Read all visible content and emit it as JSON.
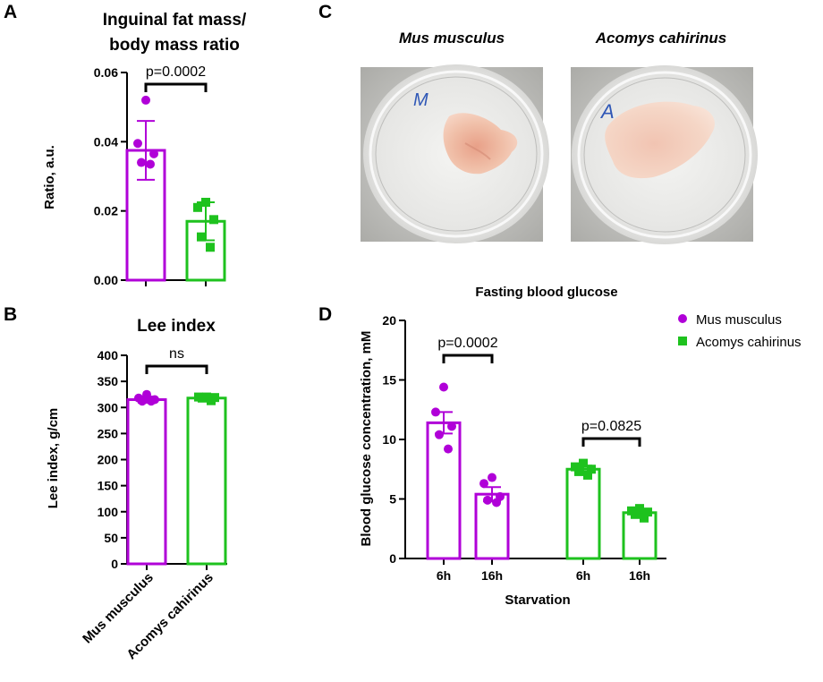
{
  "colors": {
    "mus": "#b000d8",
    "acomys": "#1ec21e",
    "text": "#000000"
  },
  "photos": {
    "letter": "C",
    "left_label": "Mus musculus",
    "right_label": "Acomys cahirinus",
    "left_marker": "M",
    "right_marker": "A"
  },
  "chart_data": [
    {
      "panel": "A",
      "type": "bar",
      "title": "Inguinal fat mass/ body mass ratio",
      "title_lines": [
        "Inguinal fat mass/",
        "body mass ratio"
      ],
      "ylabel": "Ratio, a.u.",
      "ylim": [
        0,
        0.06
      ],
      "yticks": [
        "0.00",
        "0.02",
        "0.04",
        "0.06"
      ],
      "ytick_values": [
        0,
        0.02,
        0.04,
        0.06
      ],
      "categories": [
        "Mus musculus",
        "Acomys cahirinus"
      ],
      "values": [
        0.0375,
        0.017
      ],
      "errors": [
        0.0085,
        0.0055
      ],
      "points": [
        [
          0.052,
          0.0395,
          0.0365,
          0.034,
          0.0335
        ],
        [
          0.0225,
          0.021,
          0.0175,
          0.0125,
          0.0095
        ]
      ],
      "annotation": "p=0.0002"
    },
    {
      "panel": "B",
      "type": "bar",
      "title": "Lee index",
      "ylabel": "Lee index, g/cm",
      "ylim": [
        0,
        400
      ],
      "yticks": [
        "0",
        "50",
        "100",
        "150",
        "200",
        "250",
        "300",
        "350",
        "400"
      ],
      "ytick_values": [
        0,
        50,
        100,
        150,
        200,
        250,
        300,
        350,
        400
      ],
      "categories": [
        "Mus musculus",
        "Acomys cahirinus"
      ],
      "values": [
        315,
        318
      ],
      "errors": [
        6,
        3
      ],
      "points": [
        [
          325,
          318,
          315,
          312,
          312
        ],
        [
          320,
          320,
          319,
          318,
          313
        ]
      ],
      "annotation": "ns"
    },
    {
      "panel": "D",
      "type": "bar",
      "title": "Fasting blood glucose",
      "xlabel": "Starvation",
      "ylabel": "Blood glucose concentration, mM",
      "ylim": [
        0,
        20
      ],
      "yticks": [
        "0",
        "5",
        "10",
        "15",
        "20"
      ],
      "ytick_values": [
        0,
        5,
        10,
        15,
        20
      ],
      "categories": [
        "6h",
        "16h",
        "6h",
        "16h"
      ],
      "series": [
        {
          "name": "Mus musculus",
          "values": [
            11.4,
            5.4
          ],
          "errors": [
            0.9,
            0.6
          ],
          "points": [
            [
              14.4,
              12.3,
              11.1,
              10.4,
              9.2
            ],
            [
              6.8,
              6.3,
              5.2,
              4.9,
              4.7
            ]
          ]
        },
        {
          "name": "Acomys cahirinus",
          "values": [
            7.5,
            3.85
          ],
          "errors": [
            0.3,
            0.25
          ],
          "points": [
            [
              8.0,
              7.7,
              7.5,
              7.3,
              7.0
            ],
            [
              4.2,
              4.0,
              3.9,
              3.7,
              3.4
            ]
          ]
        }
      ],
      "annotations": [
        "p=0.0002",
        "p=0.0825"
      ],
      "legend": [
        "Mus musculus",
        "Acomys cahirinus"
      ],
      "legend_placement": "top-right"
    }
  ]
}
